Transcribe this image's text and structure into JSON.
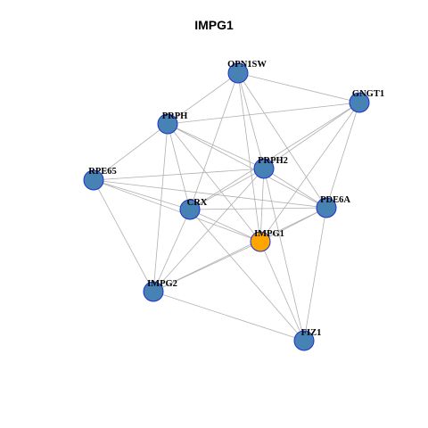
{
  "title": "IMPG1",
  "colors": {
    "node": "#4682b4",
    "focus": "#ffa500",
    "edge": "#b0b0b0",
    "stroke": "#1f2fd0"
  },
  "nodes": [
    {
      "id": "OPN1SW",
      "label": "OPN1SW",
      "focus": false
    },
    {
      "id": "GNGT1",
      "label": "GNGT1",
      "focus": false
    },
    {
      "id": "PRPH",
      "label": "PRPH",
      "focus": false
    },
    {
      "id": "PRPH2",
      "label": "PRPH2",
      "focus": false
    },
    {
      "id": "RPE65",
      "label": "RPE65",
      "focus": false
    },
    {
      "id": "PDE6A",
      "label": "PDE6A",
      "focus": false
    },
    {
      "id": "CRX",
      "label": "CRX",
      "focus": false
    },
    {
      "id": "IMPG1",
      "label": "IMPG1",
      "focus": true
    },
    {
      "id": "IMPG2",
      "label": "IMPG2",
      "focus": false
    },
    {
      "id": "FIZ1",
      "label": "FIZ1",
      "focus": false
    }
  ],
  "edges": [
    [
      "OPN1SW",
      "GNGT1"
    ],
    [
      "OPN1SW",
      "PRPH"
    ],
    [
      "OPN1SW",
      "PRPH2"
    ],
    [
      "OPN1SW",
      "PDE6A"
    ],
    [
      "OPN1SW",
      "CRX"
    ],
    [
      "OPN1SW",
      "IMPG1"
    ],
    [
      "GNGT1",
      "PRPH"
    ],
    [
      "GNGT1",
      "PRPH2"
    ],
    [
      "GNGT1",
      "PDE6A"
    ],
    [
      "GNGT1",
      "CRX"
    ],
    [
      "GNGT1",
      "IMPG1"
    ],
    [
      "PRPH",
      "RPE65"
    ],
    [
      "PRPH",
      "PRPH2"
    ],
    [
      "PRPH",
      "CRX"
    ],
    [
      "PRPH",
      "IMPG1"
    ],
    [
      "PRPH",
      "IMPG2"
    ],
    [
      "PRPH",
      "PDE6A"
    ],
    [
      "PRPH2",
      "RPE65"
    ],
    [
      "PRPH2",
      "PDE6A"
    ],
    [
      "PRPH2",
      "CRX"
    ],
    [
      "PRPH2",
      "IMPG1"
    ],
    [
      "PRPH2",
      "IMPG2"
    ],
    [
      "PRPH2",
      "FIZ1"
    ],
    [
      "RPE65",
      "CRX"
    ],
    [
      "RPE65",
      "IMPG1"
    ],
    [
      "RPE65",
      "IMPG2"
    ],
    [
      "RPE65",
      "PDE6A"
    ],
    [
      "PDE6A",
      "CRX"
    ],
    [
      "PDE6A",
      "IMPG1"
    ],
    [
      "PDE6A",
      "IMPG2"
    ],
    [
      "PDE6A",
      "FIZ1"
    ],
    [
      "CRX",
      "IMPG1"
    ],
    [
      "CRX",
      "IMPG2"
    ],
    [
      "CRX",
      "FIZ1"
    ],
    [
      "IMPG1",
      "IMPG2"
    ],
    [
      "IMPG1",
      "FIZ1"
    ],
    [
      "IMPG2",
      "FIZ1"
    ]
  ]
}
